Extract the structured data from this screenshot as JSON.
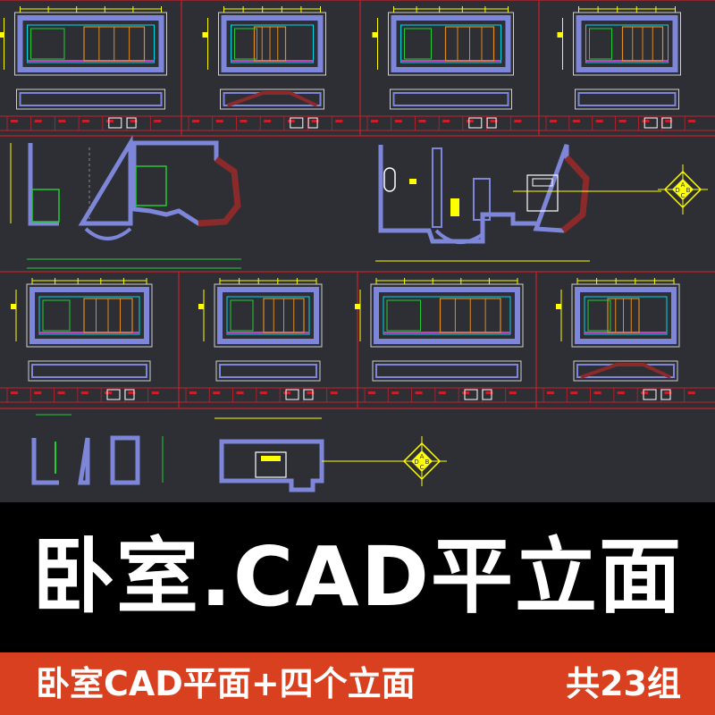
{
  "banner": {
    "title": "卧室.CAD平立面",
    "footer_left": "卧室CAD平面+四个立面",
    "footer_right": "共23组"
  },
  "drawing": {
    "background_color": "#2d2f34",
    "frame_color": "#c8202a",
    "wall_color": "#7d86d8",
    "accent_yellow": "#ffff00",
    "accent_green": "#22cc33",
    "accent_cyan": "#00d8e8",
    "accent_orange": "#e08a20",
    "accent_magenta": "#c040c0",
    "bay_window_color": "#8a2a2a",
    "footer_color": "#d9401f",
    "sheet_rows": [
      {
        "label": "elevations-row-1",
        "sheets": 4
      },
      {
        "label": "plans-row-1",
        "sheets": 2
      },
      {
        "label": "elevations-row-2",
        "sheets": 4
      },
      {
        "label": "plans-row-2",
        "sheets": 2
      }
    ],
    "compass_glyphs": [
      "A",
      "B",
      "C",
      "D"
    ]
  }
}
